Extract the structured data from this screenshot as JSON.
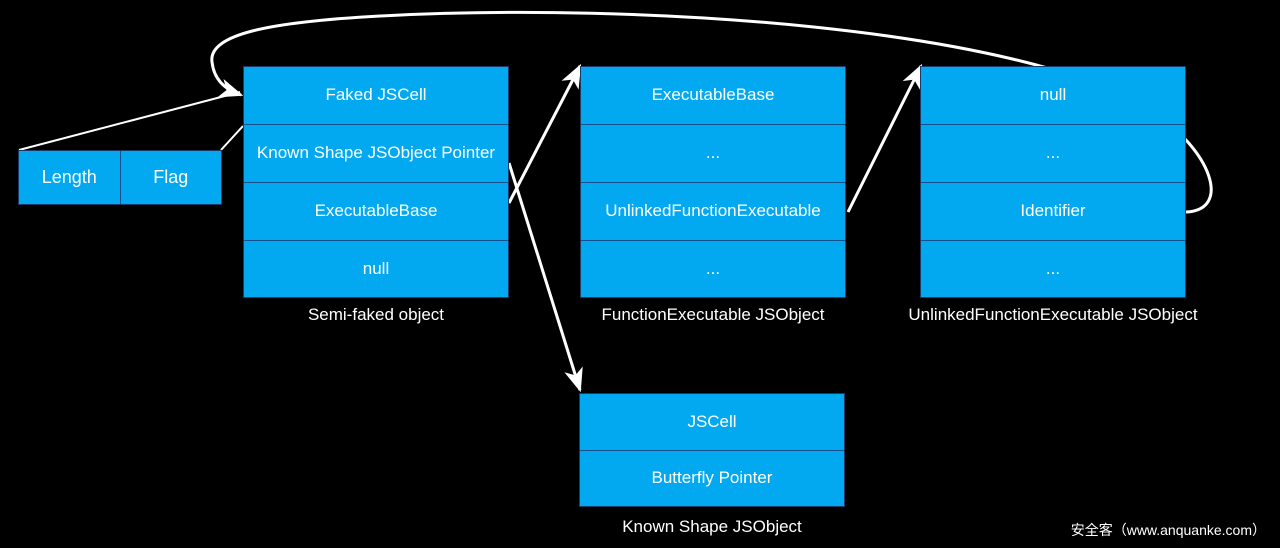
{
  "colors": {
    "background": "#000000",
    "box_fill": "#03a9f0",
    "box_border": "#1c3a66",
    "row_divider": "#14518c",
    "text": "#ffffff",
    "arrow": "#ffffff"
  },
  "header_block": {
    "cells": [
      {
        "label": "Length"
      },
      {
        "label": "Flag"
      }
    ]
  },
  "structures": [
    {
      "id": "semi-faked-object",
      "caption": "Semi-faked object",
      "rows": [
        {
          "label": "Faked JSCell"
        },
        {
          "label": "Known Shape JSObject Pointer"
        },
        {
          "label": "ExecutableBase"
        },
        {
          "label": "null"
        }
      ]
    },
    {
      "id": "function-executable-jsobject",
      "caption": "FunctionExecutable JSObject",
      "rows": [
        {
          "label": "ExecutableBase"
        },
        {
          "label": "..."
        },
        {
          "label": "UnlinkedFunctionExecutable"
        },
        {
          "label": "..."
        }
      ]
    },
    {
      "id": "unlinked-function-executable-jsobject",
      "caption": "UnlinkedFunctionExecutable JSObject",
      "rows": [
        {
          "label": "null"
        },
        {
          "label": "..."
        },
        {
          "label": "Identifier"
        },
        {
          "label": "..."
        }
      ]
    },
    {
      "id": "known-shape-jsobject",
      "caption": "Known Shape JSObject",
      "rows": [
        {
          "label": "JSCell"
        },
        {
          "label": "Butterfly Pointer"
        }
      ]
    }
  ],
  "watermark": "安全客（www.anquanke.com）"
}
